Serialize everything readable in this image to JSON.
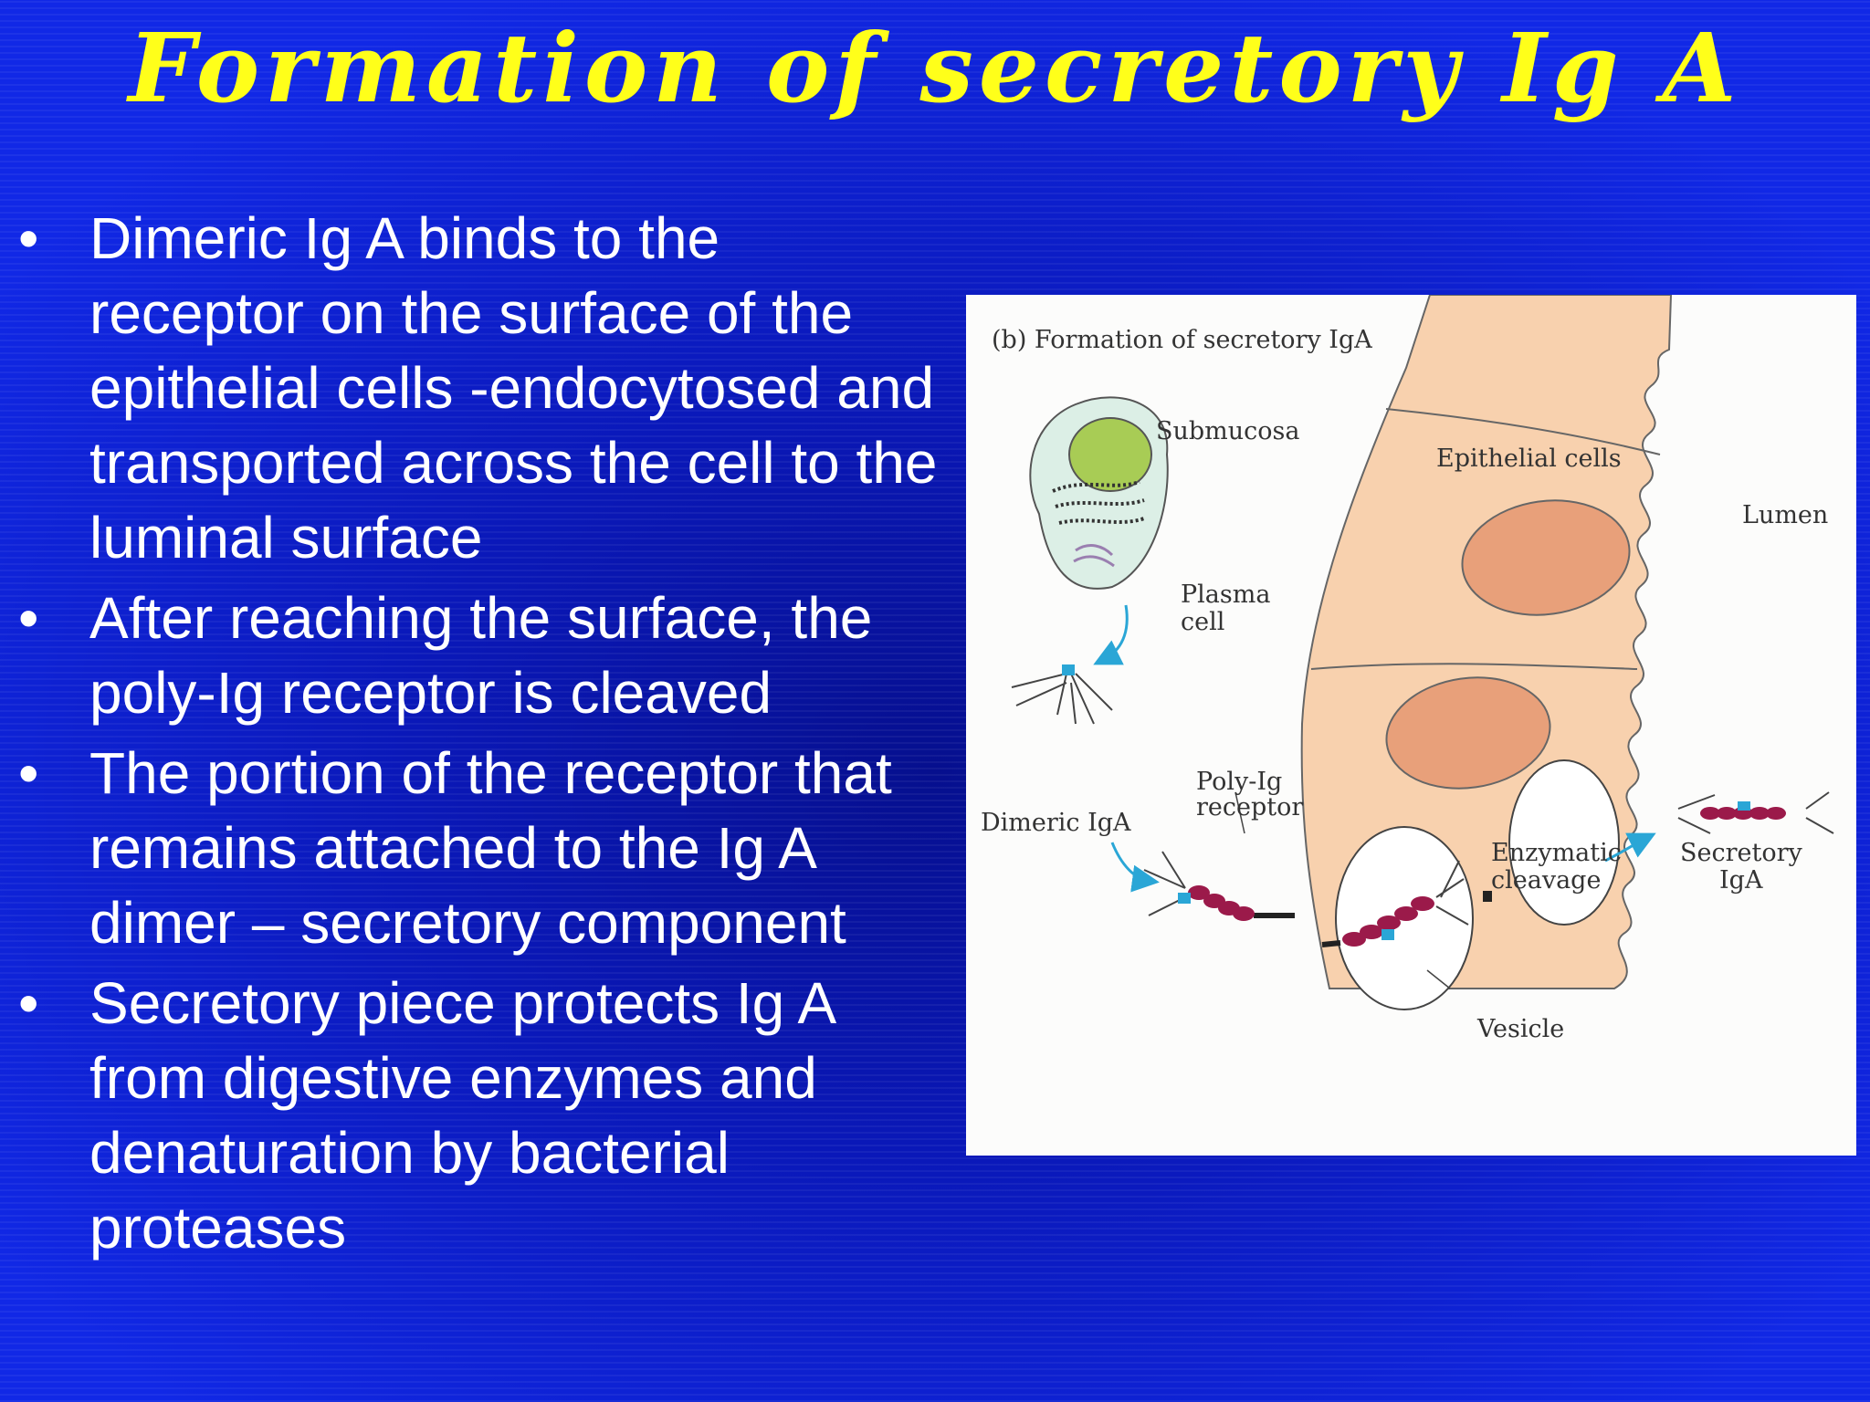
{
  "slide": {
    "title": "Formation of secretory Ig A",
    "bullet_glyph": "•",
    "bullets": [
      "Dimeric Ig A binds to the receptor on the surface of the epithelial cells -endocytosed and transported across the cell to the luminal surface",
      "After reaching the surface, the poly-Ig receptor is cleaved",
      "The portion of the receptor that remains attached to the Ig A dimer – secretory component",
      "Secretory piece protects Ig A from digestive enzymes and denaturation by bacterial proteases"
    ]
  },
  "figure": {
    "caption": "(b)  Formation of secretory IgA",
    "labels": {
      "submucosa": "Submucosa",
      "epithelial_cells": "Epithelial cells",
      "lumen": "Lumen",
      "plasma": "Plasma",
      "cell": "cell",
      "dimeric_iga": "Dimeric IgA",
      "poly_ig": "Poly-Ig",
      "receptor": "receptor",
      "enzymatic": "Enzymatic",
      "cleavage": "cleavage",
      "secretory": "Secretory",
      "iga": "IgA",
      "vesicle": "Vesicle"
    },
    "colors": {
      "epithelium": "#f8d1ae",
      "nucleus": "#e8a07a",
      "plasma_cell": "#dcefe6",
      "plasma_nucleus": "#a8cc55",
      "receptor_beads": "#9b1a4a",
      "arrow": "#2aa6d6",
      "title_yellow": "#ffff1a"
    }
  }
}
